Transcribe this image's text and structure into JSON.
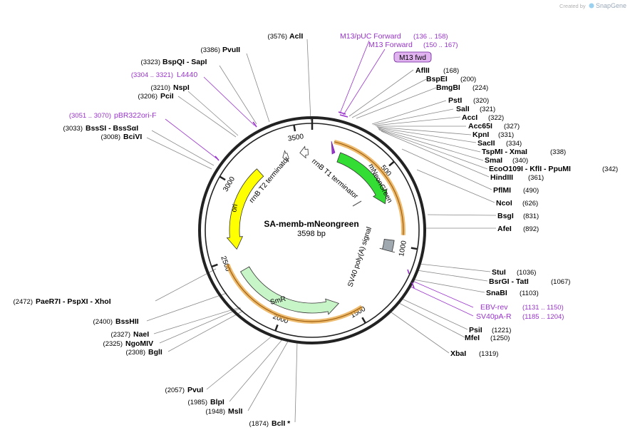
{
  "credit": {
    "prefix": "Created by",
    "brand": "SnapGene"
  },
  "plasmid": {
    "name": "SA-memb-mNeongreen",
    "size_label": "3598 bp"
  },
  "ticks": [
    "500",
    "1000",
    "1500",
    "2000",
    "2500",
    "3000",
    "3500"
  ],
  "features": [
    {
      "label": "mNeonGreen",
      "color": "#33dd33"
    },
    {
      "label": "SmR",
      "color": "#c8f5c8"
    },
    {
      "label": "ori",
      "color": "#ffff00"
    },
    {
      "label": "SV40 poly(A) signal",
      "color": "#a0a8b0"
    },
    {
      "label": "rrnB T1 terminator",
      "color": "#ffffff"
    },
    {
      "label": "rrnB T2 terminator",
      "color": "#ffffff"
    }
  ],
  "sites": [
    {
      "name": "AclI",
      "pos": "(3576)"
    },
    {
      "name": "PvuII",
      "pos": "(3386)"
    },
    {
      "name": "BspQI - SapI",
      "pos": "(3323)"
    },
    {
      "name": "NspI",
      "pos": "(3210)"
    },
    {
      "name": "PciI",
      "pos": "(3206)"
    },
    {
      "name": "BssSI - BssSαI",
      "pos": "(3033)"
    },
    {
      "name": "BciVI",
      "pos": "(3008)"
    },
    {
      "name": "AflII",
      "pos": "(168)"
    },
    {
      "name": "BspEI",
      "pos": "(200)"
    },
    {
      "name": "BmgBI",
      "pos": "(224)"
    },
    {
      "name": "PstI",
      "pos": "(320)"
    },
    {
      "name": "SalI",
      "pos": "(321)"
    },
    {
      "name": "AccI",
      "pos": "(322)"
    },
    {
      "name": "Acc65I",
      "pos": "(327)"
    },
    {
      "name": "KpnI",
      "pos": "(331)"
    },
    {
      "name": "SacII",
      "pos": "(334)"
    },
    {
      "name": "TspMI - XmaI",
      "pos": "(338)"
    },
    {
      "name": "SmaI",
      "pos": "(340)"
    },
    {
      "name": "EcoO109I - KflI - PpuMI",
      "pos": "(342)"
    },
    {
      "name": "HindIII",
      "pos": "(361)"
    },
    {
      "name": "PflMI",
      "pos": "(490)"
    },
    {
      "name": "NcoI",
      "pos": "(626)"
    },
    {
      "name": "BsgI",
      "pos": "(831)"
    },
    {
      "name": "AfeI",
      "pos": "(892)"
    },
    {
      "name": "StuI",
      "pos": "(1036)"
    },
    {
      "name": "BsrGI - TatI",
      "pos": "(1067)"
    },
    {
      "name": "SnaBI",
      "pos": "(1103)"
    },
    {
      "name": "PsiI",
      "pos": "(1221)"
    },
    {
      "name": "MfeI",
      "pos": "(1250)"
    },
    {
      "name": "XbaI",
      "pos": "(1319)"
    },
    {
      "name": "PaeR7I - PspXI - XhoI",
      "pos": "(2472)"
    },
    {
      "name": "BssHII",
      "pos": "(2400)"
    },
    {
      "name": "NaeI",
      "pos": "(2327)"
    },
    {
      "name": "NgoMIV",
      "pos": "(2325)"
    },
    {
      "name": "BglI",
      "pos": "(2308)"
    },
    {
      "name": "PvuI",
      "pos": "(2057)"
    },
    {
      "name": "BlpI",
      "pos": "(1985)"
    },
    {
      "name": "MslI",
      "pos": "(1948)"
    },
    {
      "name": "BclI *",
      "pos": "(1874)"
    }
  ],
  "primers": [
    {
      "name": "M13/pUC Forward",
      "pos": "(136 .. 158)"
    },
    {
      "name": "M13 Forward",
      "pos": "(150 .. 167)"
    },
    {
      "name": "L4440",
      "pos": "(3304 .. 3321)"
    },
    {
      "name": "pBR322ori-F",
      "pos": "(3051 .. 3070)"
    },
    {
      "name": "EBV-rev",
      "pos": "(1131 .. 1150)"
    },
    {
      "name": "SV40pA-R",
      "pos": "(1185 .. 1204)"
    }
  ],
  "primer_box": {
    "label": "M13 fwd",
    "color": "#e0b3f0"
  },
  "colors": {
    "primer": "#9933cc",
    "orf_arc": "#e8a640",
    "backbone": "#222222"
  }
}
